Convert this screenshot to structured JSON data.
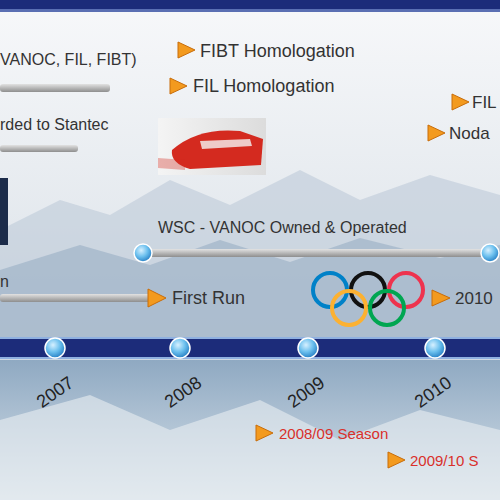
{
  "diagram": {
    "labels": [
      "VANOC, FIL, FIBT)",
      "FIBT Homologation",
      "FIL Homologation",
      "FIL",
      "rded to Stantec",
      "Noda",
      "WSC - VANOC Owned & Operated",
      "n",
      "First Run",
      "2010",
      "2007",
      "2008",
      "2009",
      "2010",
      "2008/09 Season",
      "2009/10 S"
    ]
  }
}
